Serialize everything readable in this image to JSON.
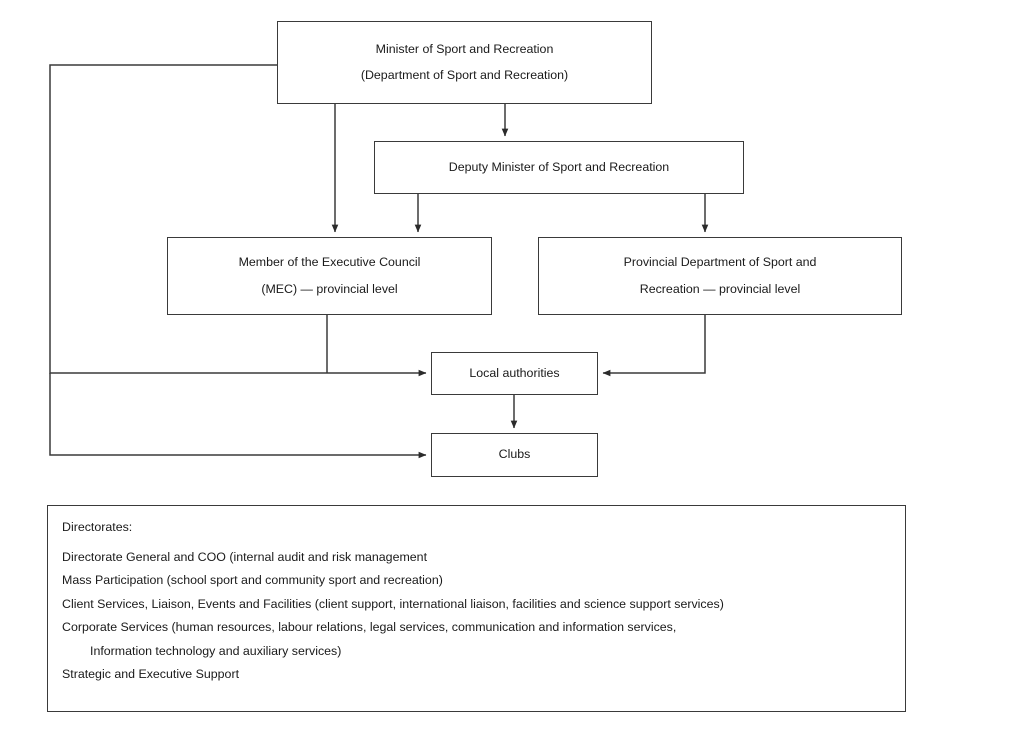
{
  "diagram": {
    "nodes": {
      "minister": {
        "lines": [
          "Minister of Sport and Recreation",
          "(Department of Sport and Recreation)"
        ]
      },
      "deputy": {
        "lines": [
          "Deputy Minister of Sport and Recreation"
        ]
      },
      "mec": {
        "lines": [
          "Member of the Executive Council",
          "(MEC) — provincial level"
        ]
      },
      "provincial": {
        "lines": [
          "Provincial Department of Sport and",
          "Recreation — provincial level"
        ]
      },
      "local": {
        "lines": [
          "Local authorities"
        ]
      },
      "clubs": {
        "lines": [
          "Clubs"
        ]
      }
    },
    "edges": [
      {
        "from": "minister",
        "to": "mec",
        "style": "arrow"
      },
      {
        "from": "minister",
        "to": "deputy",
        "style": "arrow"
      },
      {
        "from": "minister",
        "to": "local",
        "style": "elbow-left-arrow"
      },
      {
        "from": "minister",
        "to": "clubs",
        "style": "elbow-left-arrow"
      },
      {
        "from": "deputy",
        "to": "mec",
        "style": "arrow"
      },
      {
        "from": "deputy",
        "to": "provincial",
        "style": "arrow"
      },
      {
        "from": "mec",
        "to": "local",
        "style": "elbow-arrow"
      },
      {
        "from": "provincial",
        "to": "local",
        "style": "elbow-arrow"
      },
      {
        "from": "local",
        "to": "clubs",
        "style": "arrow"
      }
    ],
    "stroke_color": "#3a3a3a",
    "background_color": "#ffffff"
  },
  "legend": {
    "title": "Directorates:",
    "items": [
      {
        "text": "Directorate General and COO (internal audit and risk management",
        "indent": false
      },
      {
        "text": "Mass Participation (school sport and community sport and recreation)",
        "indent": false
      },
      {
        "text": "Client Services, Liaison, Events and Facilities (client support, international liaison, facilities and science support services)",
        "indent": false
      },
      {
        "text": "Corporate Services (human resources, labour relations, legal services, communication and information services,",
        "indent": false
      },
      {
        "text": "Information technology and auxiliary services)",
        "indent": true
      },
      {
        "text": "Strategic and Executive Support",
        "indent": false
      }
    ]
  }
}
